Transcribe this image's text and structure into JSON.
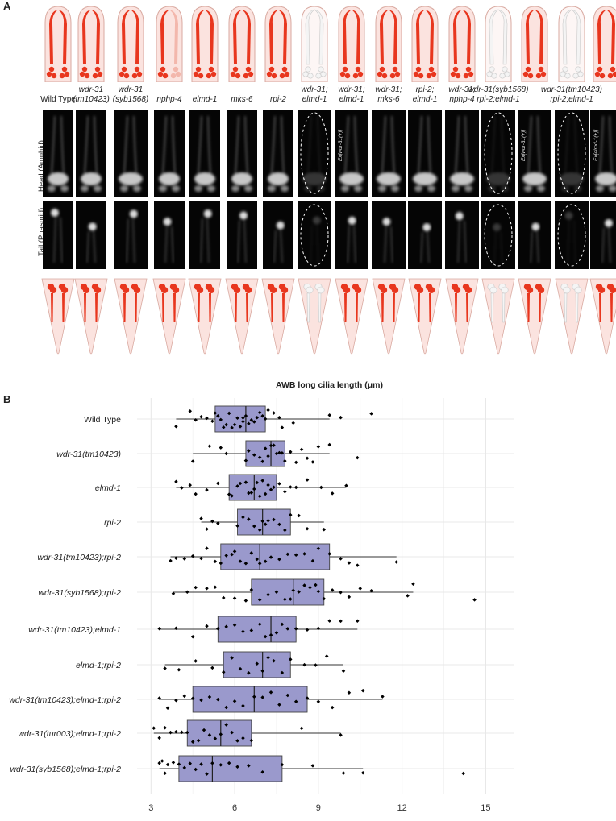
{
  "panel_a": {
    "letter": "A",
    "column_labels": [
      "Wild Type",
      "wdr-31\n(tm10423)",
      "wdr-31\n(syb1568)",
      "nphp-4",
      "elmd-1",
      "mks-6",
      "rpi-2",
      "wdr-31;\nelmd-1",
      "wdr-31;\nelmd-1",
      "wdr-31;\nmks-6",
      "rpi-2;\nelmd-1",
      "wdr-31;\nnphp-4",
      "wdr-31(syb1568)\nrpi-2;elmd-1",
      "",
      "wdr-31(tm10423)\nrpi-2;elmd-1",
      ""
    ],
    "row_labels": {
      "head": "Head (Amphid)",
      "tail": "Tail (Phasmid)"
    },
    "rescue_label": "Ex[elmd-1(+)]",
    "rescue_label_alt": "Ex[wdr-31(+)]",
    "colors": {
      "cilia_red": "#e8361e",
      "cartoon_fill": "#fbe3df",
      "cartoon_outline": "#d9a9a0"
    }
  },
  "panel_b": {
    "letter": "B",
    "chart_data": {
      "type": "box",
      "title": "AWB long cilia length (μm)",
      "xlim": [
        2.5,
        16
      ],
      "xticks": [
        3,
        6,
        9,
        12,
        15
      ],
      "grid": true,
      "box_color": "#9a99cc",
      "categories": [
        "Wild Type",
        "wdr-31(tm10423)",
        "elmd-1",
        "rpi-2",
        "wdr-31(tm10423);rpi-2",
        "wdr-31(syb1568);rpi-2",
        "wdr-31(tm10423);elmd-1",
        "elmd-1;rpi-2",
        "wdr-31(tm10423);elmd-1;rpi-2",
        "wdr-31(tur003);elmd-1;rpi-2",
        "wdr-31(syb1568);elmd-1;rpi-2"
      ],
      "italic": [
        false,
        true,
        true,
        true,
        true,
        true,
        true,
        true,
        true,
        true,
        true
      ],
      "boxes": [
        {
          "min": 3.9,
          "q1": 5.3,
          "median": 6.4,
          "q3": 7.1,
          "max": 9.4
        },
        {
          "min": 4.5,
          "q1": 6.4,
          "median": 7.3,
          "q3": 7.8,
          "max": 9.4
        },
        {
          "min": 3.9,
          "q1": 5.8,
          "median": 6.7,
          "q3": 7.5,
          "max": 10.0
        },
        {
          "min": 4.8,
          "q1": 6.1,
          "median": 7.0,
          "q3": 8.0,
          "max": 9.2
        },
        {
          "min": 3.7,
          "q1": 5.5,
          "median": 6.9,
          "q3": 9.4,
          "max": 11.8
        },
        {
          "min": 3.8,
          "q1": 6.6,
          "median": 8.1,
          "q3": 9.2,
          "max": 12.4
        },
        {
          "min": 3.3,
          "q1": 5.4,
          "median": 7.3,
          "q3": 8.2,
          "max": 10.4
        },
        {
          "min": 3.5,
          "q1": 5.6,
          "median": 7.0,
          "q3": 8.0,
          "max": 9.9
        },
        {
          "min": 3.3,
          "q1": 4.5,
          "median": 6.7,
          "q3": 8.6,
          "max": 11.3
        },
        {
          "min": 3.1,
          "q1": 4.3,
          "median": 5.5,
          "q3": 6.6,
          "max": 9.8
        },
        {
          "min": 3.3,
          "q1": 4.0,
          "median": 5.2,
          "q3": 7.7,
          "max": 10.6
        }
      ],
      "points": [
        [
          3.9,
          4.4,
          4.6,
          4.8,
          5.0,
          5.2,
          5.3,
          5.4,
          5.5,
          5.6,
          5.7,
          5.8,
          5.9,
          6.0,
          6.1,
          6.2,
          6.3,
          6.3,
          6.4,
          6.5,
          6.6,
          6.7,
          6.8,
          6.9,
          7.0,
          7.1,
          7.2,
          7.4,
          7.6,
          7.7,
          8.1,
          9.4,
          9.8,
          10.9
        ],
        [
          4.5,
          5.1,
          5.5,
          5.7,
          6.4,
          6.5,
          6.7,
          6.9,
          7.0,
          7.1,
          7.2,
          7.3,
          7.4,
          7.5,
          7.6,
          7.7,
          7.8,
          8.0,
          8.2,
          8.4,
          8.6,
          8.8,
          9.0,
          9.4,
          10.4
        ],
        [
          3.9,
          4.1,
          4.4,
          4.6,
          5.0,
          5.4,
          5.8,
          5.9,
          6.1,
          6.2,
          6.4,
          6.5,
          6.6,
          6.7,
          6.8,
          6.9,
          7.0,
          7.1,
          7.2,
          7.3,
          7.4,
          7.6,
          7.8,
          8.0,
          8.2,
          8.6,
          9.1,
          9.5,
          10.0
        ],
        [
          4.8,
          5.0,
          5.2,
          5.4,
          6.1,
          6.3,
          6.5,
          6.7,
          6.9,
          7.0,
          7.1,
          7.2,
          7.4,
          7.6,
          7.8,
          8.0,
          8.3,
          8.6,
          9.2
        ],
        [
          3.7,
          3.9,
          4.2,
          4.5,
          4.8,
          5.0,
          5.3,
          5.5,
          5.7,
          5.9,
          6.0,
          6.2,
          6.4,
          6.6,
          6.8,
          6.9,
          7.1,
          7.3,
          7.6,
          7.9,
          8.2,
          8.5,
          8.8,
          9.0,
          9.4,
          9.8,
          10.1,
          10.4,
          11.8
        ],
        [
          3.8,
          4.3,
          4.6,
          5.0,
          5.3,
          5.6,
          6.0,
          6.4,
          6.6,
          6.9,
          7.2,
          7.5,
          7.8,
          8.0,
          8.1,
          8.3,
          8.5,
          8.7,
          8.9,
          9.0,
          9.2,
          9.5,
          9.8,
          10.1,
          10.5,
          10.9,
          12.2,
          12.4,
          14.6
        ],
        [
          3.3,
          3.9,
          4.5,
          5.0,
          5.4,
          5.7,
          6.0,
          6.3,
          6.6,
          6.9,
          7.1,
          7.3,
          7.5,
          7.7,
          7.9,
          8.2,
          8.6,
          9.0,
          9.4,
          9.8,
          10.4
        ],
        [
          3.5,
          4.0,
          4.6,
          5.2,
          5.6,
          5.9,
          6.2,
          6.5,
          6.8,
          7.0,
          7.2,
          7.4,
          7.7,
          8.0,
          8.5,
          8.9,
          9.3,
          9.9
        ],
        [
          3.3,
          3.6,
          3.9,
          4.2,
          4.5,
          4.8,
          5.1,
          5.4,
          5.7,
          6.0,
          6.3,
          6.7,
          7.0,
          7.3,
          7.6,
          7.9,
          8.2,
          8.6,
          9.0,
          9.5,
          10.1,
          10.6,
          11.3
        ],
        [
          3.1,
          3.3,
          3.5,
          3.7,
          3.9,
          4.1,
          4.3,
          4.5,
          4.7,
          4.9,
          5.1,
          5.3,
          5.5,
          5.7,
          5.9,
          6.1,
          6.3,
          6.6,
          8.4,
          9.8
        ],
        [
          3.3,
          3.4,
          3.5,
          3.6,
          3.8,
          4.0,
          4.2,
          4.4,
          4.6,
          4.8,
          5.0,
          5.2,
          5.5,
          5.8,
          6.1,
          6.5,
          7.0,
          7.7,
          8.8,
          9.9,
          10.6,
          14.2
        ]
      ]
    }
  }
}
